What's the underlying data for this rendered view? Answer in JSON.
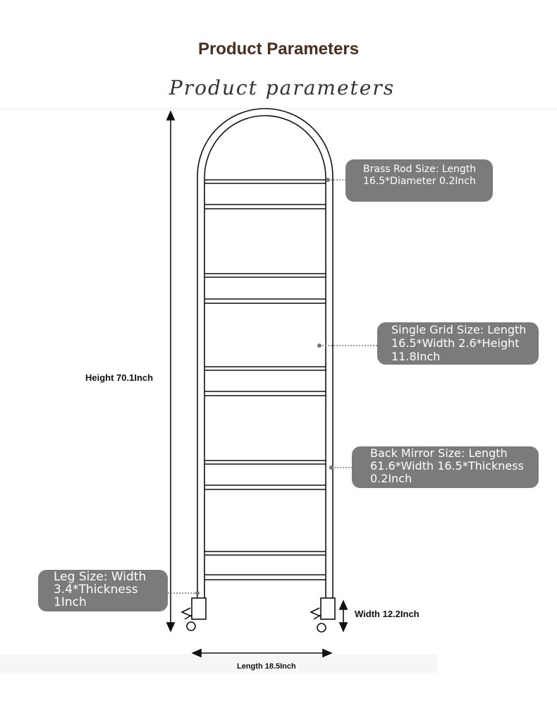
{
  "header": {
    "title": "Product Parameters",
    "subtitle": "Product parameters"
  },
  "callouts": {
    "brass_rod": "Brass Rod Size: Length 16.5*Diameter 0.2Inch",
    "single_grid": "Single Grid Size: Length 16.5*Width 2.6*Height 11.8Inch",
    "back_mirror": "Back Mirror Size: Length 61.6*Width 16.5*Thickness 0.2Inch",
    "leg": "Leg Size: Width 3.4*Thickness 1Inch"
  },
  "dimensions": {
    "height": "Height 70.1Inch",
    "width": "Width 12.2Inch",
    "length": "Length 18.5Inch"
  }
}
